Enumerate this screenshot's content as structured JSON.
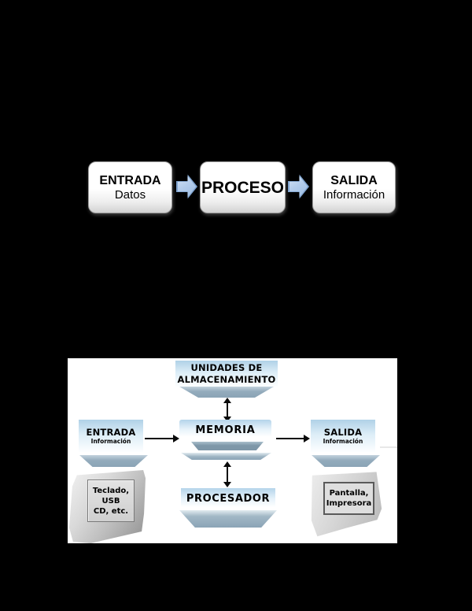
{
  "top_flow": {
    "input_box": {
      "title": "ENTRADA",
      "subtitle": "Datos"
    },
    "process_box": {
      "title": "PROCESO"
    },
    "output_box": {
      "title": "SALIDA",
      "subtitle": "Información"
    }
  },
  "architecture": {
    "storage_label_line1": "UNIDADES DE",
    "storage_label_line2": "ALMACENAMIENTO",
    "memory_label": "MEMORIA",
    "input_title": "ENTRADA",
    "input_subtitle": "Información",
    "output_title": "SALIDA",
    "output_subtitle": "Información",
    "processor_label": "PROCESADOR",
    "input_devices": {
      "line1": "Teclado,",
      "line2": "USB",
      "line3": "CD, etc."
    },
    "output_devices": {
      "line1": "Pantalla,",
      "line2": "Impresora"
    }
  },
  "colors": {
    "page_background": "#000000",
    "panel_background": "#ffffff",
    "flow_box_fill": "#ffffff",
    "flow_arrow_fill": "#a9c6e8",
    "flow_arrow_border": "#7fa3cf",
    "arch_box_blue": "#b0d1e7",
    "arch_pedestal_gray_blue": "#8ba4b6",
    "arch_arrow_black": "#0a0a0a",
    "device_gray": "#c9c9c9"
  }
}
